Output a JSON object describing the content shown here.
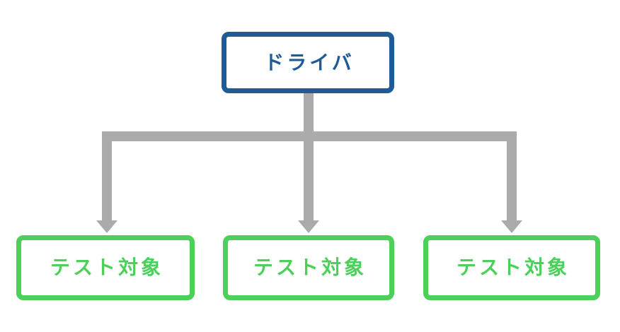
{
  "diagram": {
    "type": "tree",
    "description": "Test driver fan-out diagram: one driver node connected by arrows to three test-target nodes",
    "nodes": {
      "root": {
        "label": "ドライバ"
      },
      "children": [
        {
          "label": "テスト対象"
        },
        {
          "label": "テスト対象"
        },
        {
          "label": "テスト対象"
        }
      ]
    },
    "connectors": [
      {
        "from": "root",
        "to": "child-1",
        "style": "arrow-down"
      },
      {
        "from": "root",
        "to": "child-2",
        "style": "arrow-down"
      },
      {
        "from": "root",
        "to": "child-3",
        "style": "arrow-down"
      }
    ],
    "colors": {
      "root_border": "#1F5C97",
      "root_text": "#1F5C97",
      "child_border": "#4CD05A",
      "child_text": "#4CD05A",
      "connector": "#ABABAB",
      "background": "#FFFFFF"
    }
  }
}
